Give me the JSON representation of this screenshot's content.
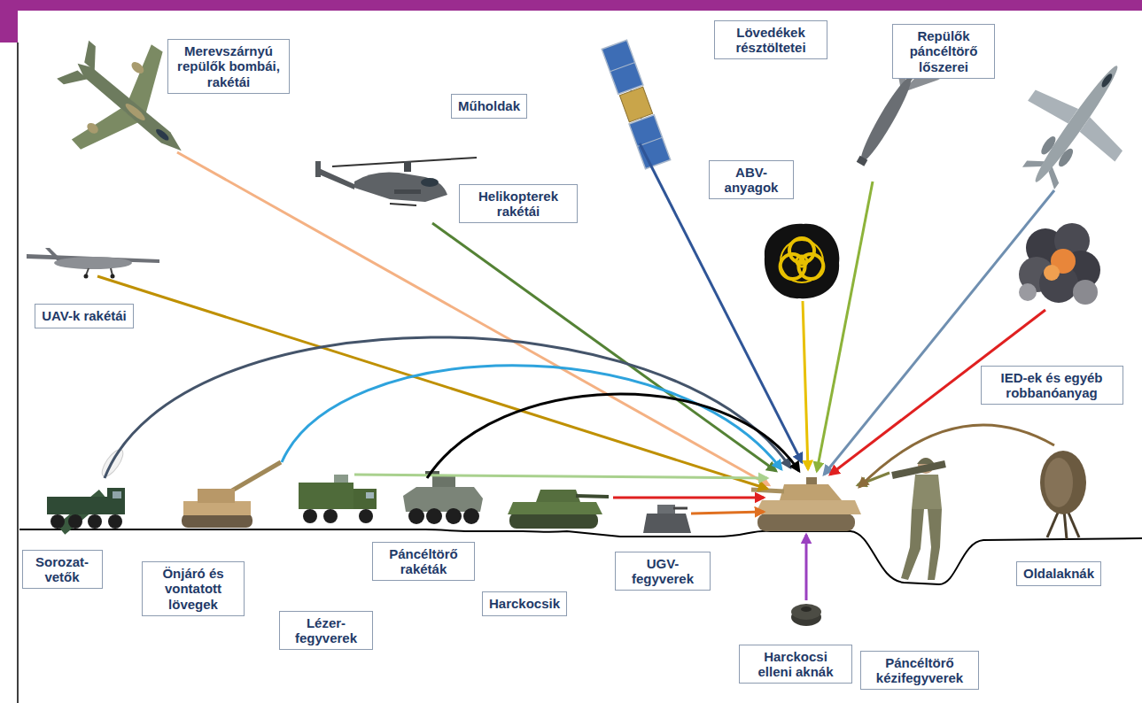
{
  "diagram": {
    "nodes": [
      {
        "text": [
          "Merevszárnyú repülők bombái, rakétái"
        ]
      },
      {
        "text": [
          "Lövedékek résztöltetei"
        ]
      },
      {
        "text": [
          "Repülők páncéltörő lőszerei"
        ]
      },
      {
        "text": [
          "Műholdak"
        ]
      },
      {
        "text": [
          "Helikopterek rakétái"
        ]
      },
      {
        "text": [
          "ABV-anyagok"
        ]
      },
      {
        "text": [
          "UAV-k rakétái"
        ]
      },
      {
        "text": [
          "IED-ek és egyéb robbanóanyag"
        ]
      },
      {
        "text": [
          "Páncéltörő rakéták"
        ]
      },
      {
        "text": [
          "Sorozat-vetők"
        ]
      },
      {
        "text": [
          "Önjáró és vontatott lövegek"
        ]
      },
      {
        "text": [
          "UGV-fegyverek"
        ]
      },
      {
        "text": [
          "Oldalaknák"
        ]
      },
      {
        "text": [
          "Harckocsik"
        ]
      },
      {
        "text": [
          "Lézer-fegyverek"
        ]
      },
      {
        "text": [
          "Harckocsi elleni aknák"
        ]
      },
      {
        "text": [
          "Páncéltörő kézifegyverek"
        ]
      }
    ]
  }
}
